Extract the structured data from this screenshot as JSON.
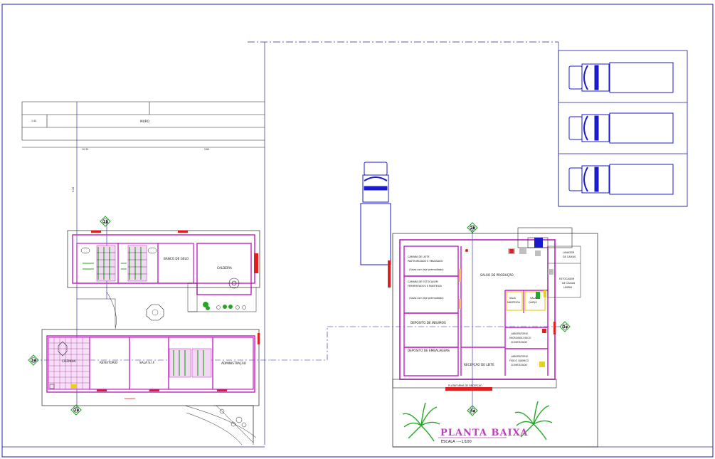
{
  "drawing": {
    "title": "PLANTA BAIXA",
    "scale": "ESCALA ----1/100"
  },
  "rooms_left": {
    "banco_de_gelo": "BANCO DE GELO",
    "caldeira": "CALDEIRA",
    "cozinha": "COZINHA",
    "refeitorio": "REFEITORIO",
    "sala_sif": "SALA  S.I.F.",
    "administracao": "ADMINISTRAÇÃO",
    "muro": "MURO"
  },
  "rooms_right": {
    "camara_leite_1": "CAMARA DE LEITE",
    "camara_leite_2": "PASTEURIZADO E ENVASADO",
    "camara_leite_3": "(Salas com laje premoldada)",
    "camara_fermentacao_1": "CAMARA DE ESTOCAGEM",
    "camara_fermentacao_2": "FERMENTADOS E MANTEIGA",
    "camara_fermentacao_3": "(Salas com laje premoldada)",
    "salao_producao": "SALÃO DE PRODUÇÃO",
    "lavagem_caixas_1": "LAVAGEM",
    "lavagem_caixas_2": "DE CAIXAS",
    "estocagem_caixas_1": "ESTOCAGEM",
    "estocagem_caixas_2": "DE CAIXAS",
    "estocagem_caixas_3": "LIMPAS",
    "sala_manteiga_1": "SALA",
    "sala_manteiga_2": "MANTEIGA",
    "sala_queijo_1": "SALA",
    "sala_queijo_2": "QUEIJO",
    "deposito_insumos": "DEPÓSITO DE INSUMOS",
    "lab_micro_1": "LABORATORIO",
    "lab_micro_2": "MICROBIOLOGICO",
    "lab_micro_3": "CLIMATIZADO",
    "deposito_embalagens": "DEPÓSITO DE EMBALAGENS",
    "lab_fisico_1": "LABORATORIO",
    "lab_fisico_2": "FISICO QUIMICO",
    "lab_fisico_3": "CLIMATIZADO",
    "recepcao_leite": "RECEPÇÃO DE LEITE",
    "plataforma": "PLATAFORMA DE RECEPÇÃO"
  },
  "dimensions": {
    "d1": "1.40",
    "d2": "10.30",
    "d3": "5.80",
    "d4": "9.10"
  },
  "markers": [
    "1b",
    "2b",
    "1a",
    "2a",
    "3a",
    "4a"
  ],
  "colors": {
    "wall": "#c01ec0",
    "cut_wall": "#e02020",
    "line_blue": "#1a1ad0",
    "green": "#22a822",
    "yellow": "#e8d020",
    "gray_fill": "#bfbfbf"
  }
}
